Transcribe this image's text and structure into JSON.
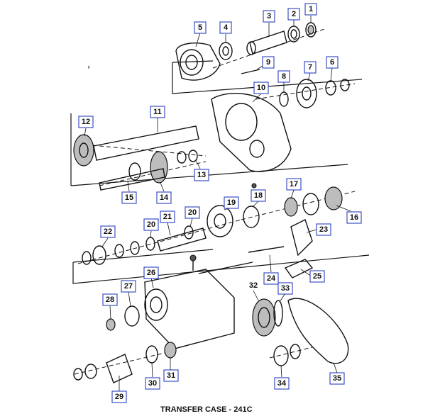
{
  "caption": "TRANSFER CASE - 241C",
  "callouts": [
    {
      "label": "1",
      "boxed": true
    },
    {
      "label": "2",
      "boxed": true
    },
    {
      "label": "3",
      "boxed": true
    },
    {
      "label": "4",
      "boxed": true
    },
    {
      "label": "5",
      "boxed": true
    },
    {
      "label": "6",
      "boxed": true
    },
    {
      "label": "7",
      "boxed": true
    },
    {
      "label": "8",
      "boxed": true
    },
    {
      "label": "9",
      "boxed": true
    },
    {
      "label": "10",
      "boxed": true
    },
    {
      "label": "11",
      "boxed": true
    },
    {
      "label": "12",
      "boxed": true
    },
    {
      "label": "13",
      "boxed": true
    },
    {
      "label": "14",
      "boxed": true
    },
    {
      "label": "15",
      "boxed": true
    },
    {
      "label": "16",
      "boxed": true
    },
    {
      "label": "17",
      "boxed": true
    },
    {
      "label": "18",
      "boxed": true
    },
    {
      "label": "19",
      "boxed": true
    },
    {
      "label": "20",
      "boxed": true
    },
    {
      "label": "20",
      "boxed": true
    },
    {
      "label": "21",
      "boxed": true
    },
    {
      "label": "22",
      "boxed": true
    },
    {
      "label": "23",
      "boxed": true
    },
    {
      "label": "24",
      "boxed": true
    },
    {
      "label": "25",
      "boxed": true
    },
    {
      "label": "26",
      "boxed": true
    },
    {
      "label": "27",
      "boxed": true
    },
    {
      "label": "28",
      "boxed": true
    },
    {
      "label": "29",
      "boxed": true
    },
    {
      "label": "30",
      "boxed": true
    },
    {
      "label": "31",
      "boxed": true
    },
    {
      "label": "32",
      "boxed": false
    },
    {
      "label": "33",
      "boxed": true
    },
    {
      "label": "34",
      "boxed": true
    },
    {
      "label": "35",
      "boxed": true
    }
  ]
}
